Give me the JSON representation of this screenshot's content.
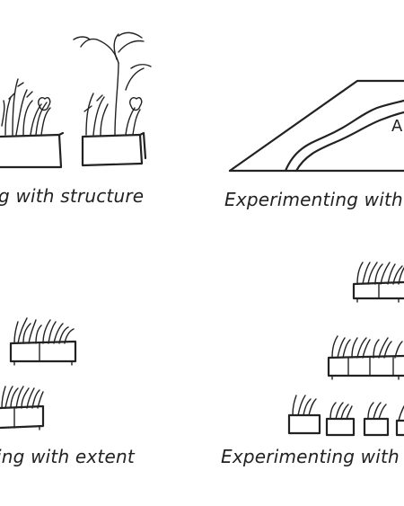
{
  "panels": [
    {
      "caption": "g with structure"
    },
    {
      "caption": "Experimenting with"
    },
    {
      "caption": "ing with extent"
    },
    {
      "caption": "Experimenting with e"
    }
  ],
  "slope_label": "A"
}
